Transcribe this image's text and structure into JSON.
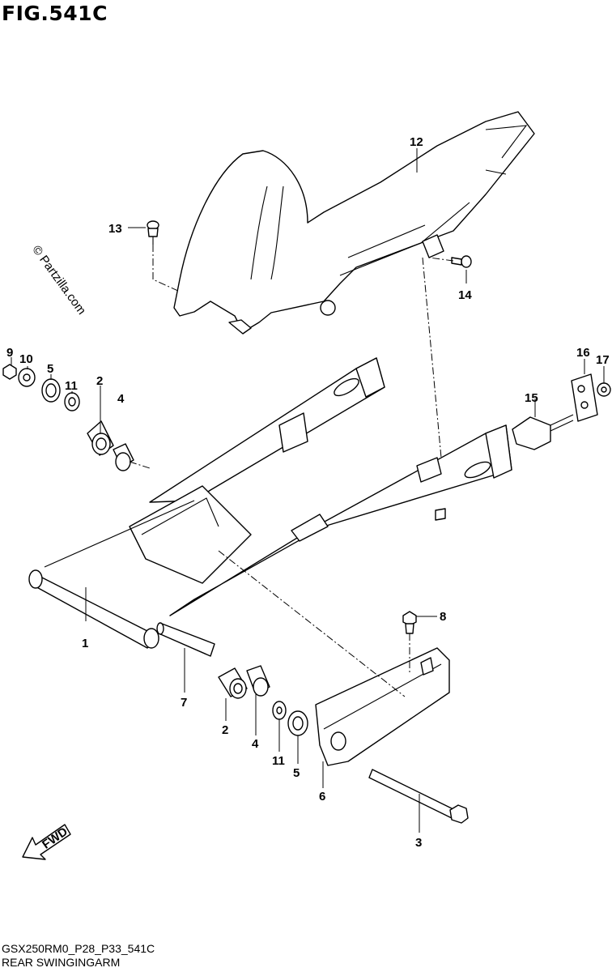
{
  "figure": {
    "title": "FIG.541C",
    "code": "GSX250RM0_P28_P33_541C",
    "name": "REAR SWINGINGARM",
    "watermark": "© Partzilla.com",
    "fwd_label": "FWD"
  },
  "parts": [
    {
      "id": "part-1",
      "label": "1"
    },
    {
      "id": "part-2a",
      "label": "2"
    },
    {
      "id": "part-2b",
      "label": "2"
    },
    {
      "id": "part-3",
      "label": "3"
    },
    {
      "id": "part-4a",
      "label": "4"
    },
    {
      "id": "part-4b",
      "label": "4"
    },
    {
      "id": "part-5a",
      "label": "5"
    },
    {
      "id": "part-5b",
      "label": "5"
    },
    {
      "id": "part-6",
      "label": "6"
    },
    {
      "id": "part-7",
      "label": "7"
    },
    {
      "id": "part-8",
      "label": "8"
    },
    {
      "id": "part-9",
      "label": "9"
    },
    {
      "id": "part-10",
      "label": "10"
    },
    {
      "id": "part-11a",
      "label": "11"
    },
    {
      "id": "part-11b",
      "label": "11"
    },
    {
      "id": "part-12",
      "label": "12"
    },
    {
      "id": "part-13",
      "label": "13"
    },
    {
      "id": "part-14",
      "label": "14"
    },
    {
      "id": "part-15",
      "label": "15"
    },
    {
      "id": "part-16",
      "label": "16"
    },
    {
      "id": "part-17",
      "label": "17"
    }
  ]
}
